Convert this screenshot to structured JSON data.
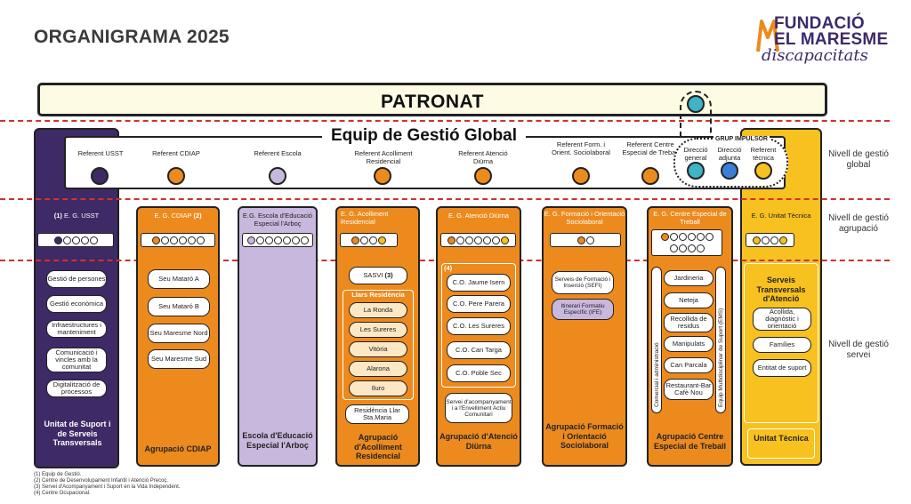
{
  "title": "ORGANIGRAMA 2025",
  "logo": {
    "line1": "FUNDACIÓ",
    "line2": "EL MARESME",
    "line3": "discapacitats"
  },
  "patronat": "PATRONAT",
  "global": {
    "title": "Equip de Gestió Global",
    "referents": [
      {
        "label": "Referent USST",
        "color": "purple"
      },
      {
        "label": "Referent CDIAP",
        "color": "orange"
      },
      {
        "label": "Referent Escola",
        "color": "lilac"
      },
      {
        "label": "Referent Acolliment Residencial",
        "color": "orange"
      },
      {
        "label": "Referent Atenció Diürna",
        "color": "orange"
      },
      {
        "label": "Referent Form. i Orient. Sociolaboral",
        "color": "orange"
      },
      {
        "label": "Referent Centre Especial de Treball",
        "color": "orange"
      }
    ],
    "impulsor": {
      "label": "GRUP IMPULSOR",
      "items": [
        {
          "label": "Direcció general",
          "color": "teal"
        },
        {
          "label": "Direcció adjunta",
          "color": "blue"
        },
        {
          "label": "Referent tècnica",
          "color": "yellow"
        }
      ]
    }
  },
  "levels": [
    "Nivell de gestió global",
    "Nivell de gestió agrupació",
    "Nivell de gestió servei"
  ],
  "columns": {
    "usst": {
      "head_note": "(1)",
      "head": "E. G. USST",
      "dots": [
        "purple",
        "white",
        "white",
        "white",
        "white"
      ],
      "services": [
        "Gestió de persones",
        "Gestió econòmica",
        "Infraestructures i manteniment",
        "Comunicació i vincles amb la comunitat",
        "Digitalització de processos"
      ],
      "footer": "Unitat de Suport i de Serveis Transversals"
    },
    "cdiap": {
      "head": "E. G. CDIAP",
      "head_note": "(2)",
      "dots": [
        "orange",
        "white",
        "white",
        "white",
        "white",
        "white"
      ],
      "services": [
        "Seu Mataró A",
        "Seu Mataró B",
        "Seu Maresme Nord",
        "Seu Maresme Sud"
      ],
      "footer": "Agrupació CDIAP"
    },
    "escola": {
      "head": "E.G. Escola d'Educació Especial l'Arboç",
      "dots": [
        "lilac",
        "white",
        "white",
        "white",
        "white",
        "white",
        "white"
      ],
      "footer": "Escola d'Educació Especial l'Arboç"
    },
    "acolliment": {
      "head": "E. G. Acolliment Residencial",
      "dots": [
        "orange",
        "white",
        "white",
        "yellow"
      ],
      "svavi": "SASVI",
      "svavi_note": "(3)",
      "llars_title": "Llars Residència",
      "llars": [
        "La Ronda",
        "Les Sureres",
        "Vitòria",
        "Alarona",
        "Iluro"
      ],
      "residencia": "Residència Llar Sta.Maria",
      "footer": "Agrupació d'Acolliment Residencial"
    },
    "diurna": {
      "head": "E. G. Atenció Diürna",
      "dots": [
        "orange",
        "white",
        "white",
        "white",
        "white",
        "white",
        "yellow"
      ],
      "note": "(4)",
      "services": [
        "C.O. Jaume Isern",
        "C.O. Pere Parera",
        "C.O. Les Sureres",
        "C.O. Can Targa",
        "C.O. Poble Sec"
      ],
      "servei": "Servei d'acompanyament i a l'Envelliment Actiu Comunitari",
      "footer": "Agrupació d'Atenció Diürna"
    },
    "formacio": {
      "head": "E. G. Formació i Orientació Sociolaboral",
      "dots": [
        "orange",
        "white"
      ],
      "services": [
        "Serveis de Formació i Inserció (SEFI)"
      ],
      "ife": "Itinerari Formatiu Específic (IFE)",
      "footer": "Agrupació Formació i Orientació Sociolaboral"
    },
    "cet": {
      "head": "E. G. Centre Especial de Treball",
      "dots_row1": [
        "orange",
        "white",
        "white",
        "white",
        "white"
      ],
      "dots_row2": [
        "white",
        "white",
        "white",
        "white",
        "white"
      ],
      "vert_left": "Comercial i administració",
      "vert_right": "Equip Multidisciplinar de Suport (EMS)",
      "services": [
        "Jardineria",
        "Neteja",
        "Recollida de residus",
        "Manipulats",
        "Can Parcala",
        "Restaurant-Bar Cafè Nou"
      ],
      "footer": "Agrupació Centre Especial de Treball"
    },
    "tecnica": {
      "head": "E. G. Unitat Tècnica",
      "dots": [
        "yellow",
        "white",
        "white",
        "yellow"
      ],
      "serveis_title": "Serveis Transversals d'Atenció",
      "services": [
        "Acollida, diagnòstic i orientació",
        "Famílies",
        "Entitat de suport"
      ],
      "footer": "Unitat Tècnica"
    }
  },
  "notes": [
    "(1) Equip de Gestió.",
    "(2) Centre de Desenvolupament Infantil i Atenció Precoç.",
    "(3) Servei d'Acompanyament i Suport en la Vida Independent.",
    "(4) Centre Ocupacional."
  ]
}
